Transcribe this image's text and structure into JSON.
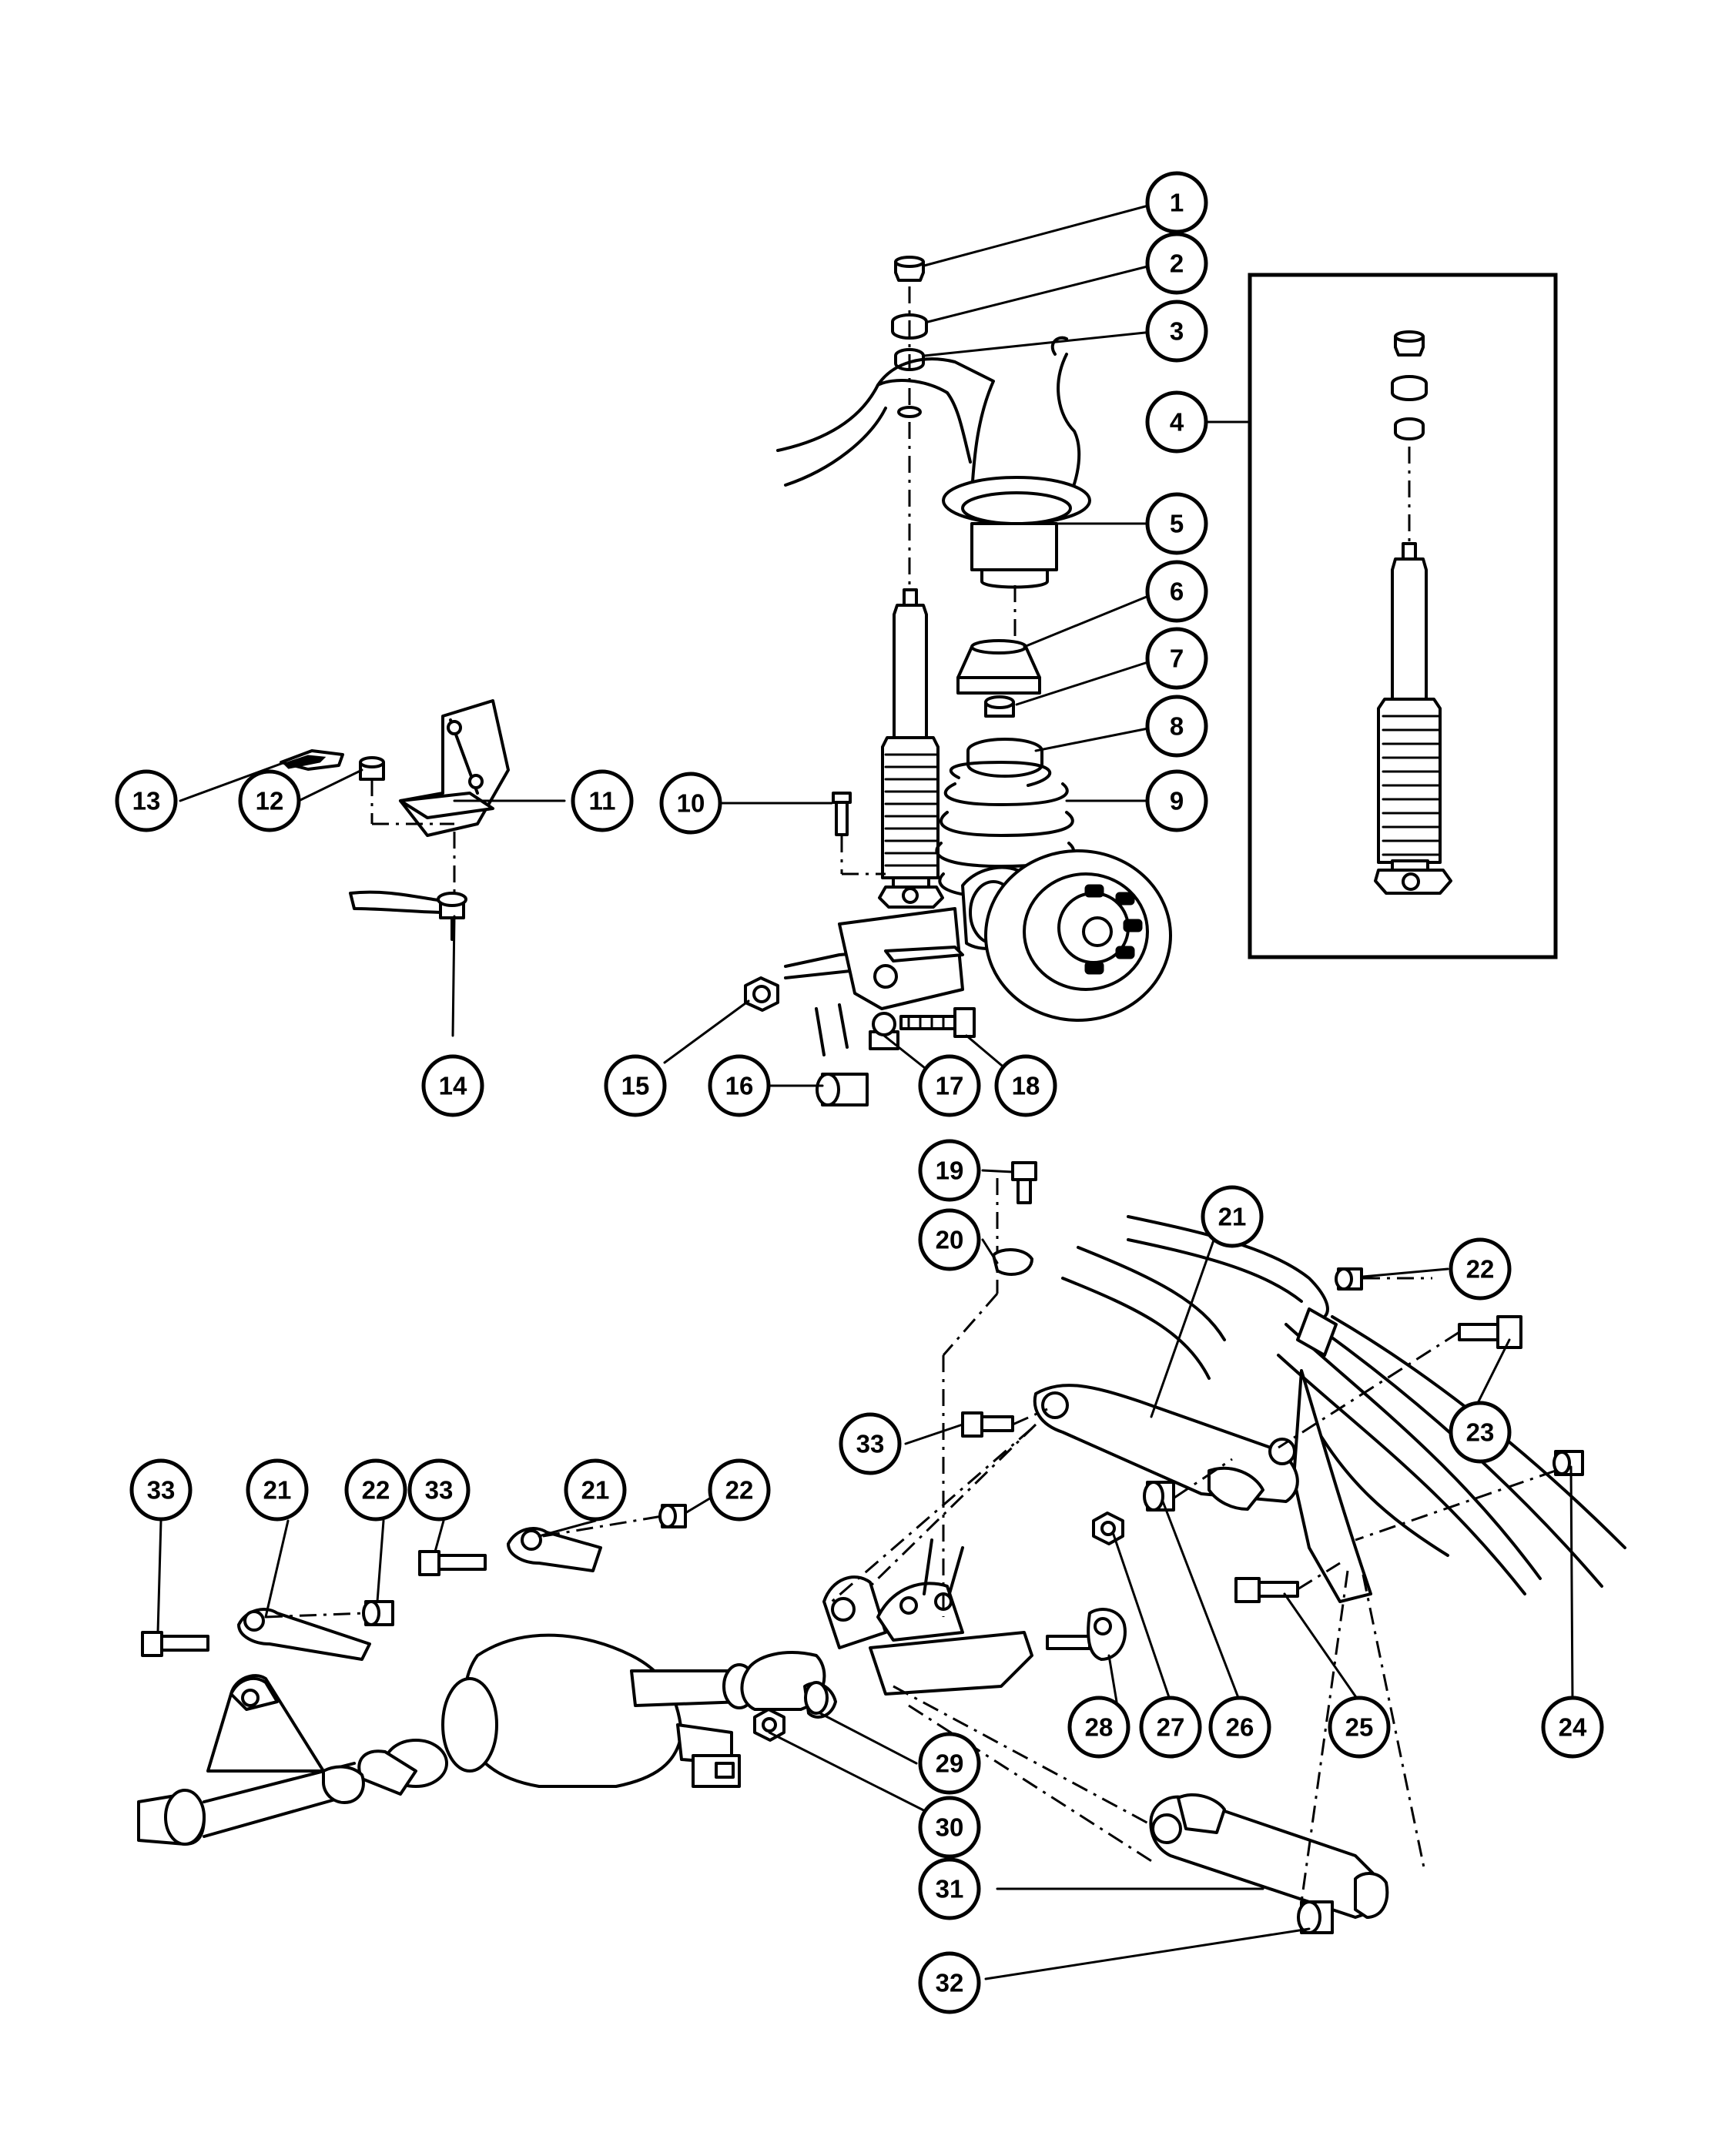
{
  "callouts": [
    {
      "id": "1",
      "label": "1"
    },
    {
      "id": "2",
      "label": "2"
    },
    {
      "id": "3",
      "label": "3"
    },
    {
      "id": "4",
      "label": "4"
    },
    {
      "id": "5",
      "label": "5"
    },
    {
      "id": "6",
      "label": "6"
    },
    {
      "id": "7",
      "label": "7"
    },
    {
      "id": "8",
      "label": "8"
    },
    {
      "id": "9",
      "label": "9"
    },
    {
      "id": "10",
      "label": "10"
    },
    {
      "id": "11",
      "label": "11"
    },
    {
      "id": "12",
      "label": "12"
    },
    {
      "id": "13",
      "label": "13"
    },
    {
      "id": "14",
      "label": "14"
    },
    {
      "id": "15",
      "label": "15"
    },
    {
      "id": "16",
      "label": "16"
    },
    {
      "id": "17",
      "label": "17"
    },
    {
      "id": "18",
      "label": "18"
    },
    {
      "id": "19",
      "label": "19"
    },
    {
      "id": "20",
      "label": "20"
    },
    {
      "id": "21a",
      "label": "21"
    },
    {
      "id": "22a",
      "label": "22"
    },
    {
      "id": "23",
      "label": "23"
    },
    {
      "id": "24",
      "label": "24"
    },
    {
      "id": "25",
      "label": "25"
    },
    {
      "id": "26",
      "label": "26"
    },
    {
      "id": "27",
      "label": "27"
    },
    {
      "id": "28",
      "label": "28"
    },
    {
      "id": "29",
      "label": "29"
    },
    {
      "id": "30",
      "label": "30"
    },
    {
      "id": "31",
      "label": "31"
    },
    {
      "id": "32",
      "label": "32"
    },
    {
      "id": "33a",
      "label": "33"
    },
    {
      "id": "33b",
      "label": "33"
    },
    {
      "id": "21b",
      "label": "21"
    },
    {
      "id": "22b",
      "label": "22"
    },
    {
      "id": "33c",
      "label": "33"
    },
    {
      "id": "21c",
      "label": "21"
    },
    {
      "id": "22c",
      "label": "22"
    }
  ]
}
